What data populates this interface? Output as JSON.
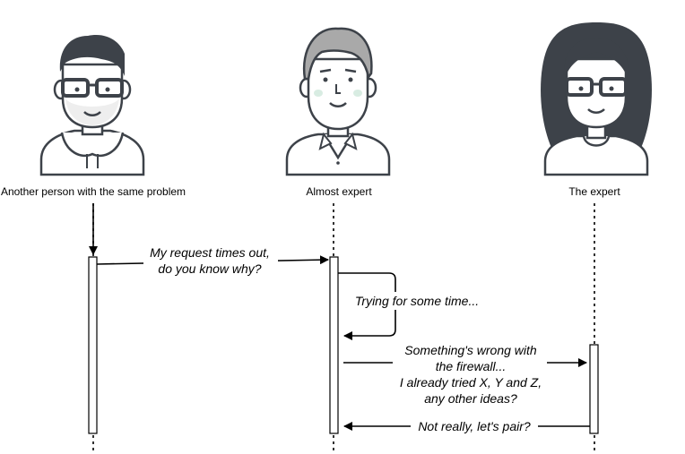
{
  "actors": [
    {
      "id": "a1",
      "label": "Another person with the same problem",
      "avatar": "man-glasses-beard-hoodie-icon"
    },
    {
      "id": "a2",
      "label": "Almost expert",
      "avatar": "man-light-hair-collared-shirt-icon"
    },
    {
      "id": "a3",
      "label": "The expert",
      "avatar": "woman-long-dark-hair-glasses-icon"
    }
  ],
  "messages": [
    {
      "from": "a1",
      "to": "a2",
      "lines": [
        "My request times out,",
        "do you know why?"
      ]
    },
    {
      "from": "a2",
      "to": "a2",
      "lines": [
        "Trying for some time..."
      ]
    },
    {
      "from": "a2",
      "to": "a3",
      "lines": [
        "Something's wrong with",
        "the firewall...",
        "I already tried X, Y and Z,",
        "any other ideas?"
      ]
    },
    {
      "from": "a3",
      "to": "a2",
      "lines": [
        "Not really, let's pair?"
      ]
    }
  ],
  "colors": {
    "avatar_dark": "#3d4249",
    "avatar_skin": "#ffffff",
    "avatar_hair_light": "#a9a9a9",
    "line": "#000000"
  }
}
